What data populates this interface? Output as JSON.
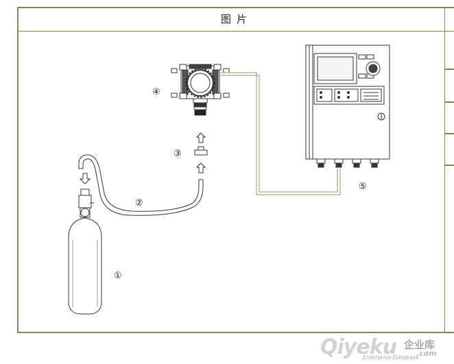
{
  "header": {
    "title": "图片"
  },
  "labels": {
    "cylinder": "①",
    "hose": "②",
    "adapter": "③",
    "detector": "④",
    "controller": "⑤"
  },
  "watermark": {
    "brand": "Qiyeku",
    "brand_suffix": ".com",
    "cn": "企业库",
    "sub": "Enterprise Database"
  },
  "colors": {
    "frame": "#8a8156",
    "cable": "#c9c48a",
    "line": "#333333"
  }
}
